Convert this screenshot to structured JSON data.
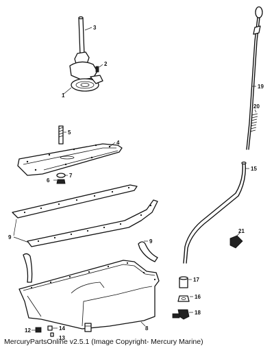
{
  "footer": {
    "copyright": "MercuryPartsOnline v2.5.1 (Image Copyright- Mercury Marine)"
  },
  "callouts": [
    "1",
    "2",
    "3",
    "4",
    "5",
    "6",
    "7",
    "8",
    "9",
    "9",
    "12",
    "13",
    "14",
    "15",
    "16",
    "17",
    "18",
    "19",
    "20",
    "21"
  ]
}
